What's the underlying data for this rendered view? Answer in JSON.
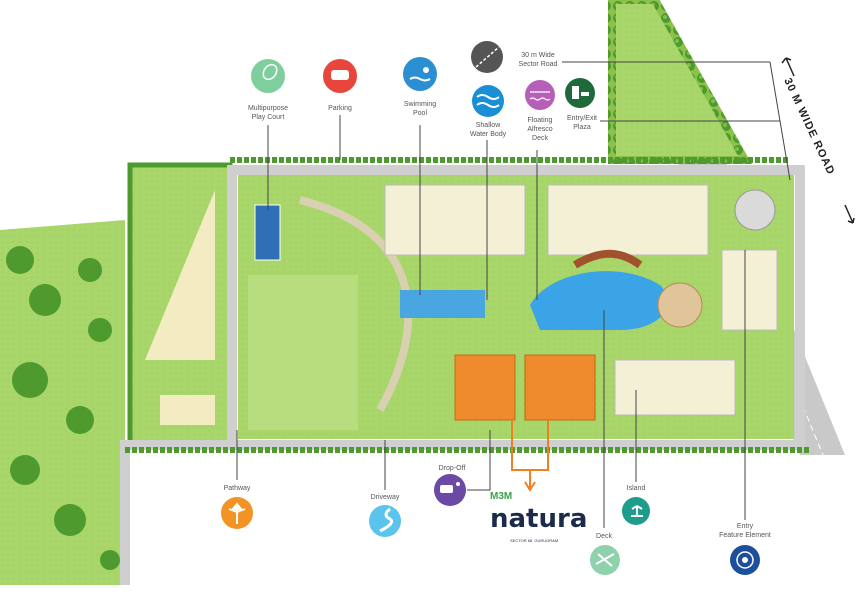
{
  "road_label": "30 M WIDE ROAD",
  "logo": {
    "brand": "M3M",
    "name": "natura",
    "tagline": "SECTOR 68, GURUGRAM"
  },
  "legend": [
    {
      "id": "play-court",
      "label_lines": [
        "Multipurpose",
        "Play Court"
      ],
      "icon": "tennis-racket-icon",
      "color": "#7fcf9e"
    },
    {
      "id": "parking",
      "label_lines": [
        "Parking"
      ],
      "icon": "car-icon",
      "color": "#e8453c"
    },
    {
      "id": "swimming-pool",
      "label_lines": [
        "Swimming",
        "Pool"
      ],
      "icon": "swimmer-icon",
      "color": "#2c8fd3"
    },
    {
      "id": "sector-road",
      "label_lines": [
        "30 m Wide",
        "Sector Road"
      ],
      "icon": "road-icon",
      "color": "#555555"
    },
    {
      "id": "shallow-water",
      "label_lines": [
        "Shallow",
        "Water Body"
      ],
      "icon": "waves-icon",
      "color": "#1a8fd6"
    },
    {
      "id": "floating-deck",
      "label_lines": [
        "Floating",
        "Alfresco",
        "Deck"
      ],
      "icon": "floating-deck-icon",
      "color": "#b65fb8"
    },
    {
      "id": "entry-exit",
      "label_lines": [
        "Entry/Exit",
        "Plaza"
      ],
      "icon": "gate-icon",
      "color": "#1f6a3a"
    },
    {
      "id": "pathway",
      "label_lines": [
        "Pathway"
      ],
      "icon": "pathway-arrows-icon",
      "color": "#f39324"
    },
    {
      "id": "driveway",
      "label_lines": [
        "Driveway"
      ],
      "icon": "driveway-icon",
      "color": "#5bc4ec"
    },
    {
      "id": "drop-off",
      "label_lines": [
        "Drop-Off"
      ],
      "icon": "drop-off-icon",
      "color": "#6b4aa6"
    },
    {
      "id": "island",
      "label_lines": [
        "Island"
      ],
      "icon": "palm-island-icon",
      "color": "#1e9c8c"
    },
    {
      "id": "deck",
      "label_lines": [
        "Deck"
      ],
      "icon": "deck-chair-icon",
      "color": "#8fd1ad"
    },
    {
      "id": "entry-feature",
      "label_lines": [
        "Entry",
        "Feature Element"
      ],
      "icon": "feature-element-icon",
      "color": "#1d4f9c"
    }
  ]
}
